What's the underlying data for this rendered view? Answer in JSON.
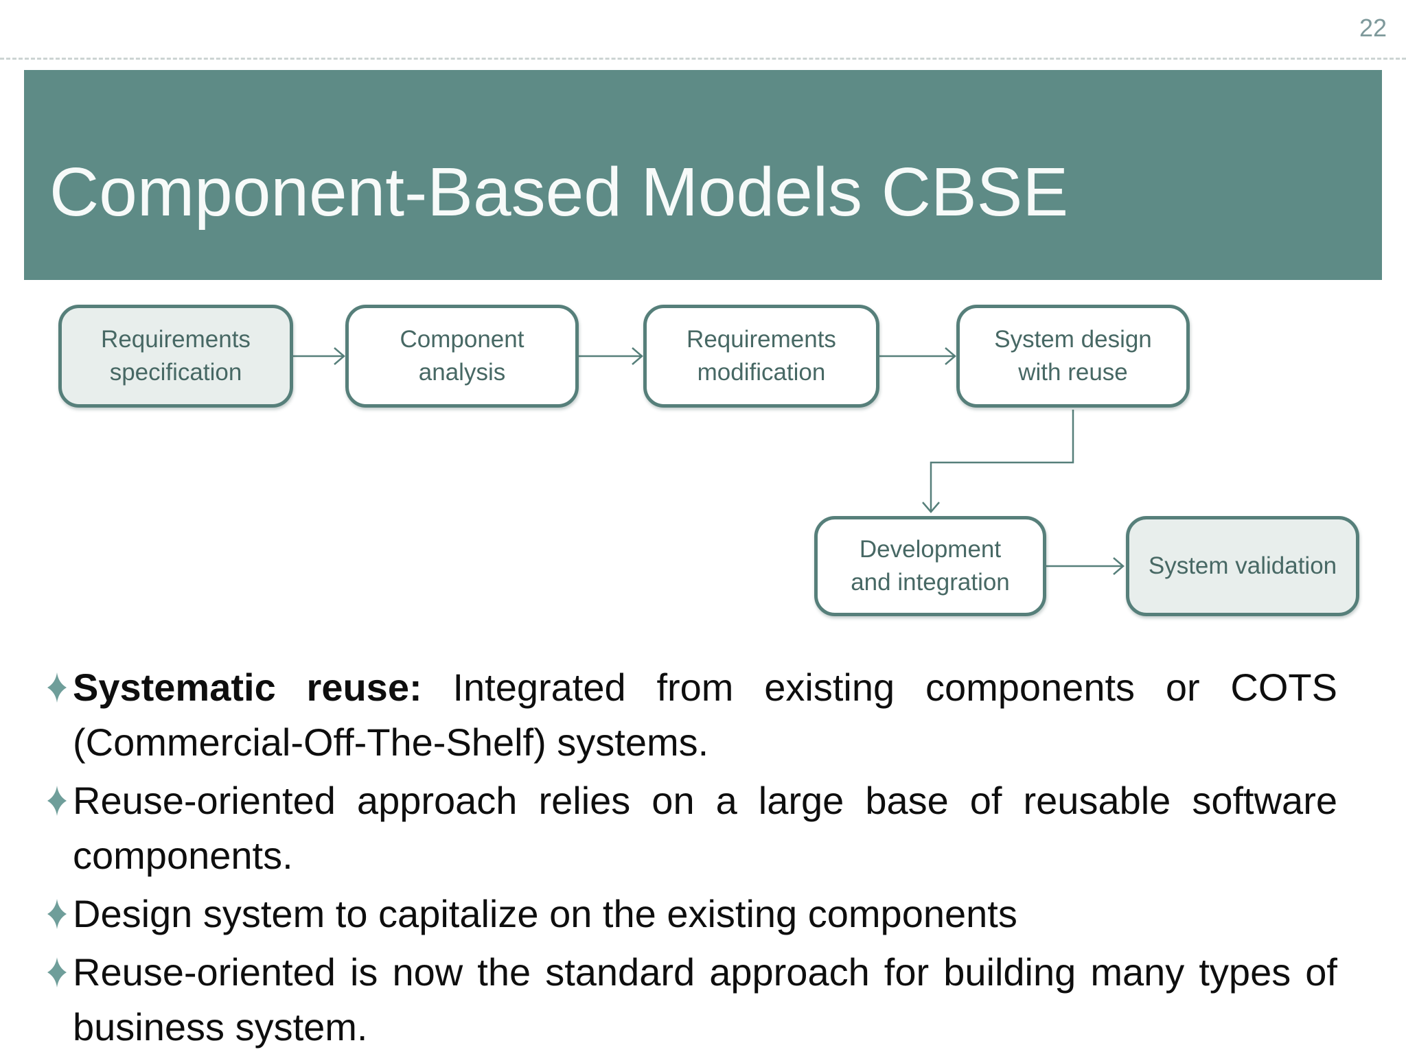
{
  "page_number": "22",
  "header": {
    "title": "Component-Based Models CBSE"
  },
  "theme": {
    "band-color": "#5e8b86",
    "title-color": "#f7faf9",
    "box-border-color": "#567f7a",
    "box-fill-light": "#e8eeec",
    "box-fill-white": "#ffffff",
    "box-text-color": "#476864",
    "line-color": "#567f7a",
    "bullet-star-color": "#6f9e9a",
    "body-text-color": "#0e0e0e",
    "page-number-color": "#7e999b",
    "divider-color": "#ccd4d3"
  },
  "flowchart": {
    "boxes": [
      {
        "id": "requirements-specification",
        "lines": [
          "Requirements",
          "specification"
        ]
      },
      {
        "id": "component-analysis",
        "lines": [
          "Component",
          "analysis"
        ]
      },
      {
        "id": "requirements-modification",
        "lines": [
          "Requirements",
          "modification"
        ]
      },
      {
        "id": "system-design-with-reuse",
        "lines": [
          "System design",
          "with reuse"
        ]
      },
      {
        "id": "development-and-integration",
        "lines": [
          "Development",
          "and integration"
        ]
      },
      {
        "id": "system-validation",
        "lines": [
          "System validation",
          ""
        ]
      }
    ]
  },
  "bullets": [
    {
      "lead": "Systematic reuse:",
      "text": " Integrated from existing components or COTS (Commercial-Off-The-Shelf) systems."
    },
    {
      "lead": "",
      "text": "Reuse-oriented approach relies on a large base of reusable software components."
    },
    {
      "lead": "",
      "text": "Design system to capitalize on the existing components"
    },
    {
      "lead": "",
      "text": "Reuse-oriented is now the standard approach for building many types of business system."
    }
  ]
}
